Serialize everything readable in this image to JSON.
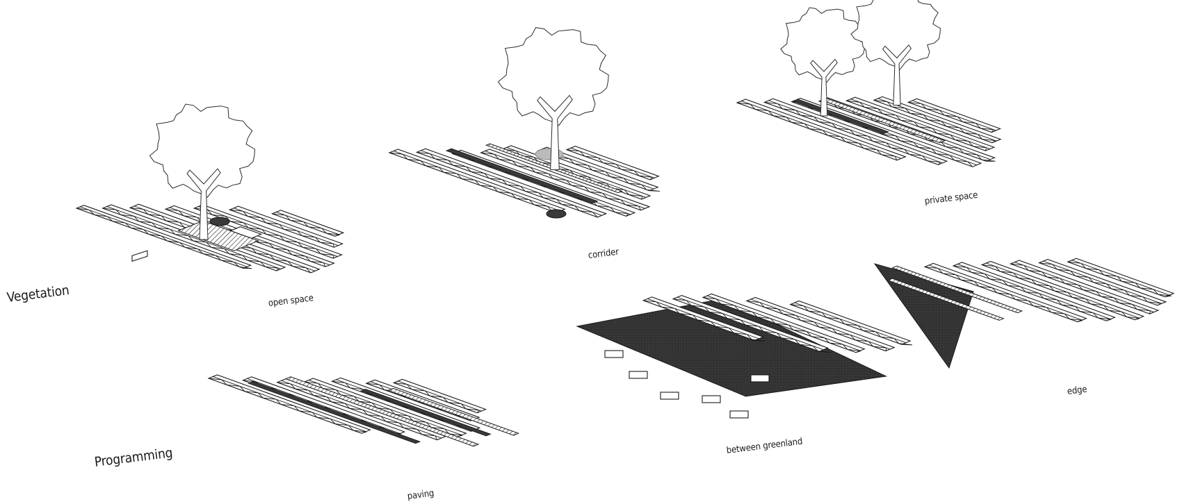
{
  "rows": {
    "vegetation": "Vegetation",
    "programming": "Programming"
  },
  "diagrams": {
    "open_space": "open space",
    "corrider": "corrider",
    "private_space": "private space",
    "paving": "paving",
    "between_greenland": "between greenland",
    "edge": "edge"
  },
  "colors": {
    "ink": "#1a1a1a",
    "dark_fill": "#3a3a3a",
    "paper": "#ffffff"
  }
}
